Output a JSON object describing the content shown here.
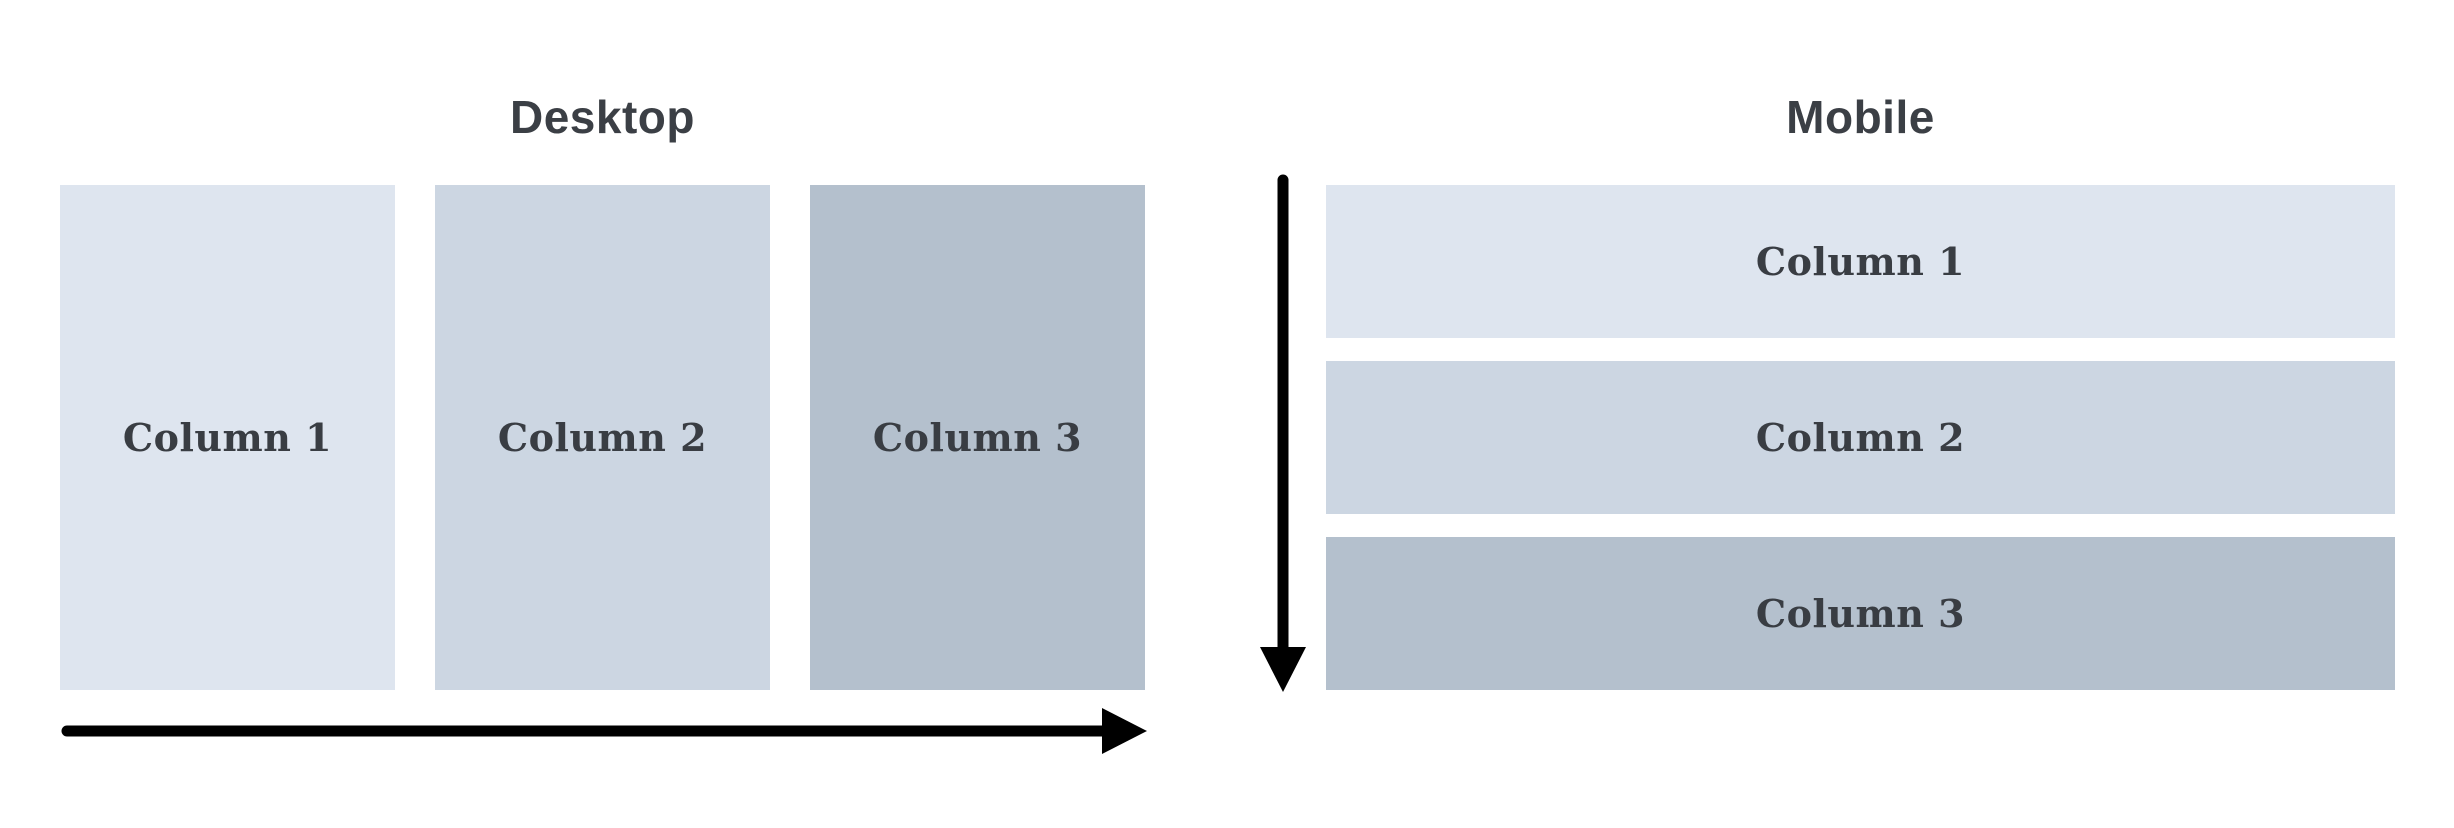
{
  "diagram": {
    "desktop": {
      "title": "Desktop",
      "flow_direction": "horizontal",
      "columns": [
        {
          "label": "Column 1"
        },
        {
          "label": "Column 2"
        },
        {
          "label": "Column 3"
        }
      ]
    },
    "mobile": {
      "title": "Mobile",
      "flow_direction": "vertical",
      "rows": [
        {
          "label": "Column 1"
        },
        {
          "label": "Column 2"
        },
        {
          "label": "Column 3"
        }
      ]
    },
    "icons": {
      "horizontal_arrow": "right-arrow-icon",
      "vertical_arrow": "down-arrow-icon"
    },
    "colors": {
      "background": "#ffffff",
      "column_1_fill": "#dee5ef",
      "column_2_fill": "#ccd6e2",
      "column_3_fill": "#b4c0cd",
      "label_text": "#393d43",
      "title_text": "#3b3f45",
      "arrow": "#000000"
    }
  }
}
